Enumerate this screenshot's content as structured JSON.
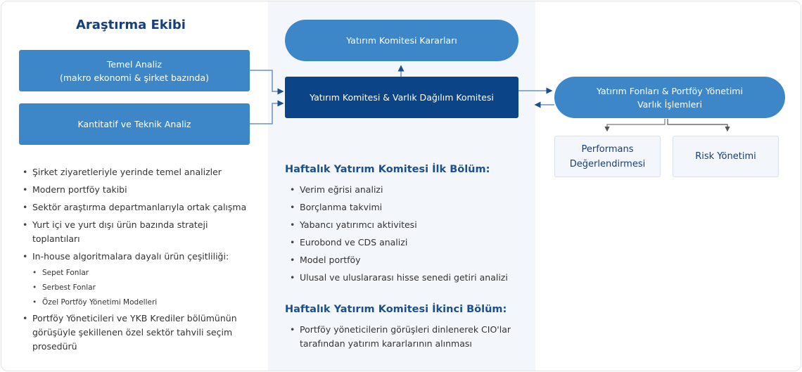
{
  "left": {
    "title": "Araştırma Ekibi",
    "box1": {
      "line1": "Temel Analiz",
      "line2": "(makro ekonomi & şirket bazında)"
    },
    "box2": "Kantitatif ve Teknik Analiz",
    "bullets": [
      "Şirket ziyaretleriyle yerinde temel analizler",
      "Modern portföy takibi",
      "Sektör araştırma departmanlarıyla ortak çalışma",
      "Yurt içi ve yurt dışı ürün bazında strateji toplantıları",
      "In-house algoritmalara dayalı ürün çeşitliliği:"
    ],
    "sub_bullets": [
      "Sepet Fonlar",
      "Serbest Fonlar",
      "Özel Portföy Yönetimi Modelleri"
    ],
    "last_bullet": "Portföy Yöneticileri ve YKB Krediler bölümünün görüşüyle şekillenen özel sektör tahvili seçim prosedürü"
  },
  "center": {
    "decisions": "Yatırım Komitesi Kararları",
    "committee": "Yatırım Komitesi & Varlık Dağılım Komitesi",
    "section1": {
      "title": "Haftalık Yatırım Komitesi İlk Bölüm:",
      "items": [
        "Verim eğrisi analizi",
        "Borçlanma takvimi",
        "Yabancı yatırımcı aktivitesi",
        "Eurobond ve CDS analizi",
        "Model portföy",
        "Ulusal ve uluslararası hisse senedi getiri analizi"
      ]
    },
    "section2": {
      "title": "Haftalık Yatırım Komitesi İkinci Bölüm:",
      "items": [
        "Portföy yöneticilerin görüşleri dinlenerek CIO'lar tarafından yatırım kararlarının alınması"
      ]
    }
  },
  "right": {
    "funds": {
      "line1": "Yatırım Fonları & Portföy Yönetimi",
      "line2": "Varlık İşlemleri"
    },
    "performance": {
      "line1": "Performans",
      "line2": "Değerlendirmesi"
    },
    "risk": "Risk Yönetimi"
  }
}
